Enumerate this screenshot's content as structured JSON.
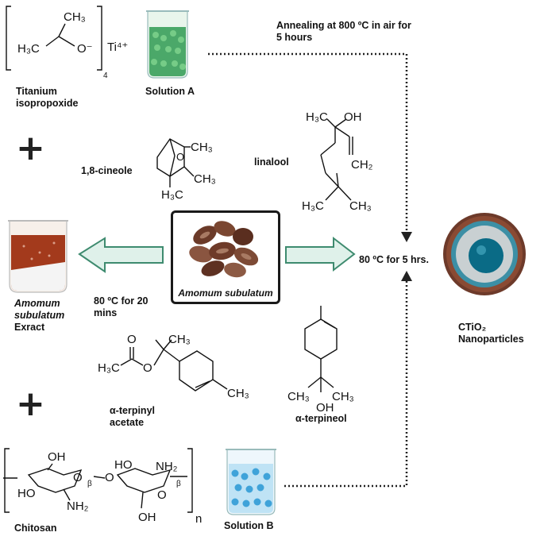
{
  "labels": {
    "titanium": "Titanium isopropoxide",
    "solution_a": "Solution A",
    "solution_b": "Solution B",
    "cineole": "1,8-cineole",
    "linalool": "linalool",
    "terpinyl": "α-terpinyl acetate",
    "terpineol": "α-terpineol",
    "chitosan": "Chitosan",
    "extract_line1": "Amomum",
    "extract_line2": "subulatum",
    "extract_line3": "Exract",
    "center": "Amomum subulatum",
    "cond_left": "80 ºC for 20 mins",
    "cond_right": "80 ºC for 5 hrs.",
    "annealing": "Annealing at 800 ºC in air for 5 hours",
    "product_line1": "CTiO₂",
    "product_line2": "Nanoparticles"
  },
  "chem_text": {
    "ch3": "CH₃",
    "h3c": "H₃C",
    "o_minus": "O⁻",
    "ti": "Ti⁴⁺",
    "sub4": "4",
    "oh": "OH",
    "ch2": "CH₂",
    "o": "O",
    "nh2": "NH₂",
    "ho": "HO",
    "n": "n",
    "beta": "β"
  },
  "colors": {
    "arrow_fill": "#dff1ea",
    "arrow_stroke": "#3e8b6f",
    "solution_a": "#2f9a52",
    "solution_b": "#3fa3d9",
    "extract": "#a33a1c",
    "nano_shell": "#3c8fa5",
    "nano_core": "#0a6b86",
    "nano_inner": "#c9d0d2"
  }
}
